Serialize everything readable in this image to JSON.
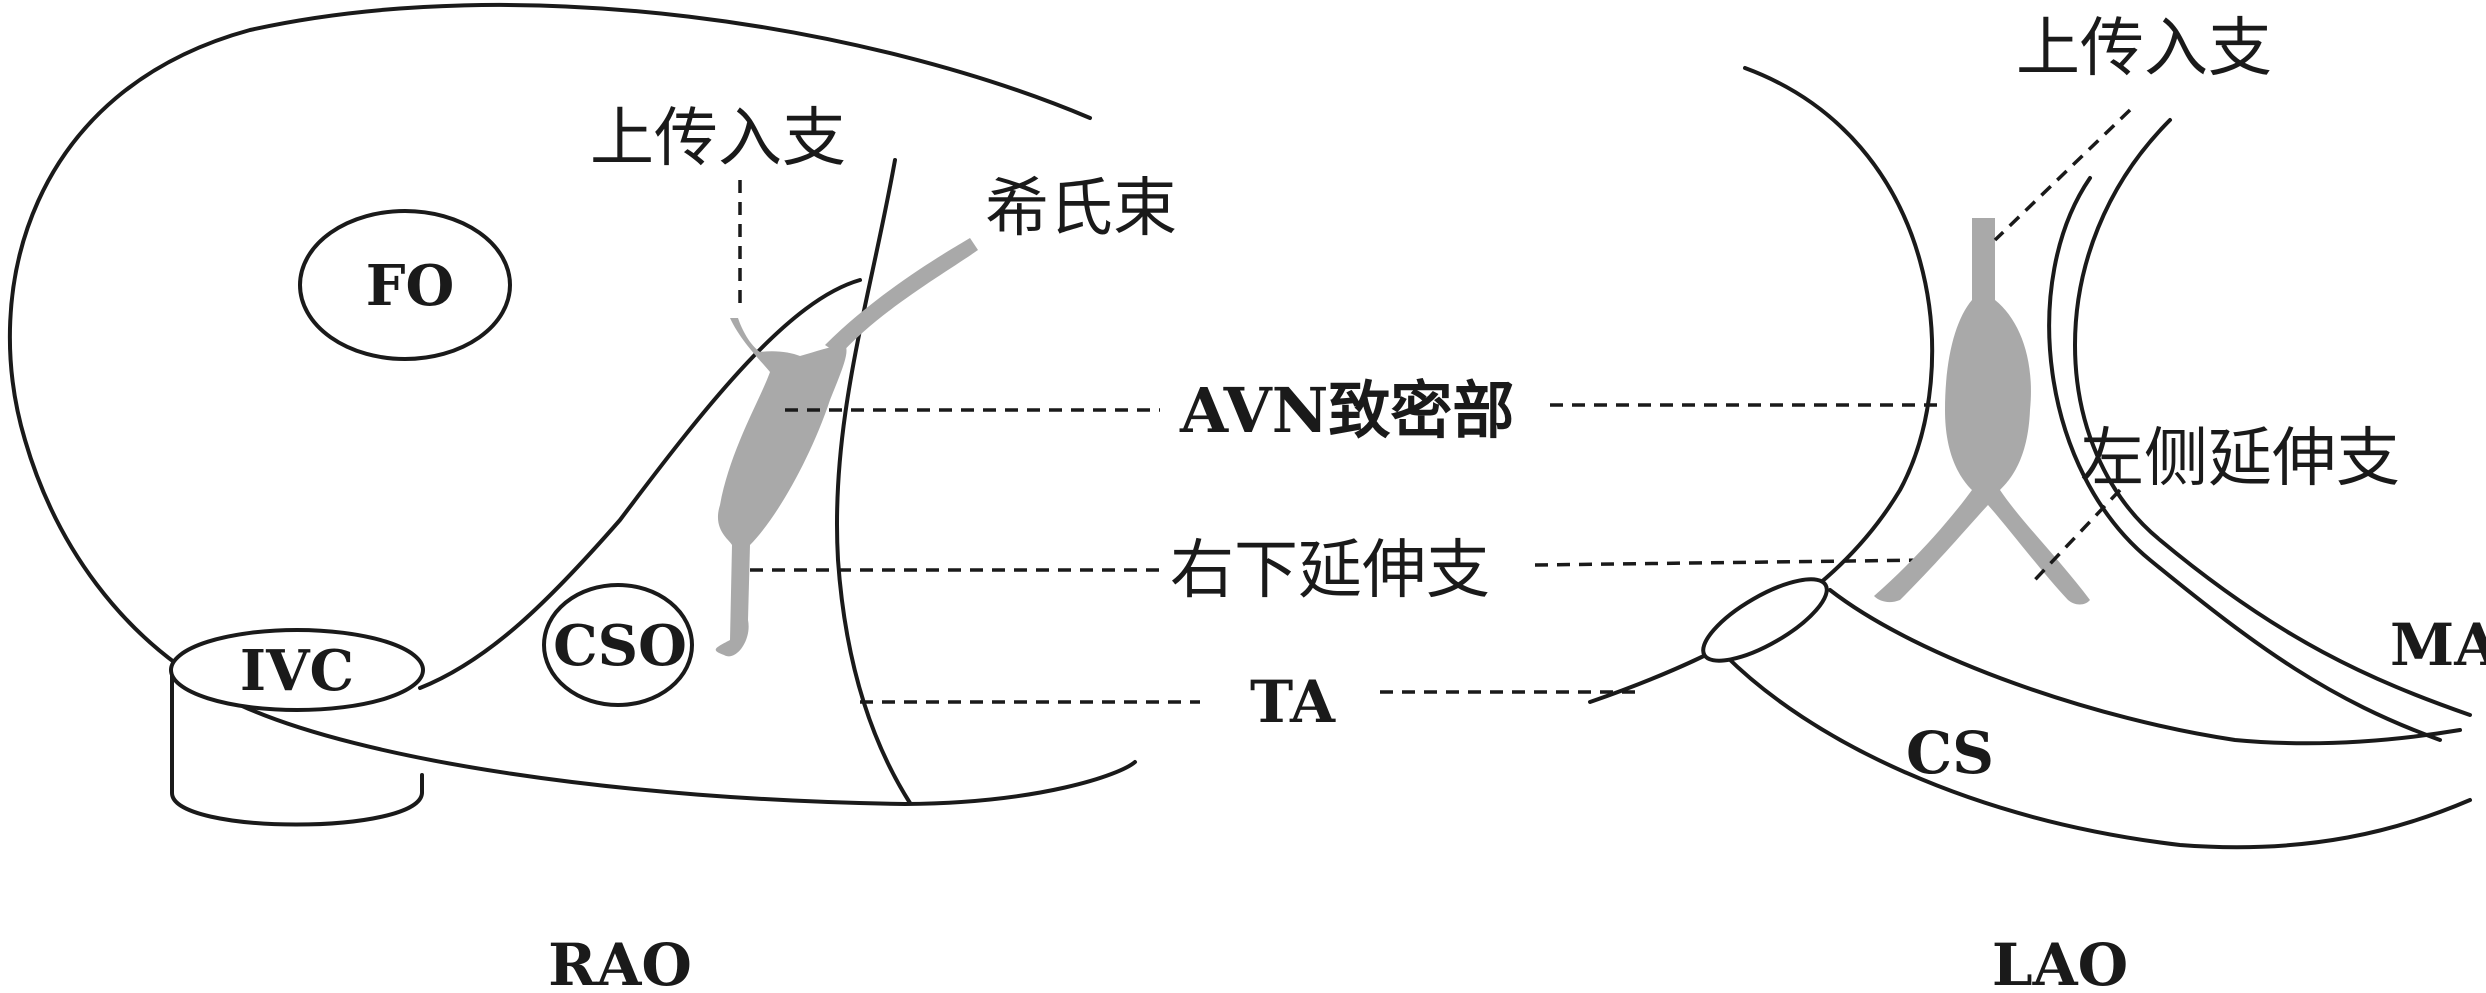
{
  "rao": {
    "view": "RAO",
    "fo": "FO",
    "ivc": "IVC",
    "cso": "CSO",
    "superior_input": "上传入支",
    "his_bundle": "希氏束"
  },
  "center": {
    "compact_avn": "AVN致密部",
    "right_inferior_extension": "右下延伸支",
    "ta": "TA"
  },
  "lao": {
    "view": "LAO",
    "superior_input": "上传入支",
    "left_extension": "左侧延伸支",
    "ma": "MA",
    "cs": "CS"
  },
  "colors": {
    "node": "#a9a9a9",
    "stroke": "#1a1a1a"
  }
}
